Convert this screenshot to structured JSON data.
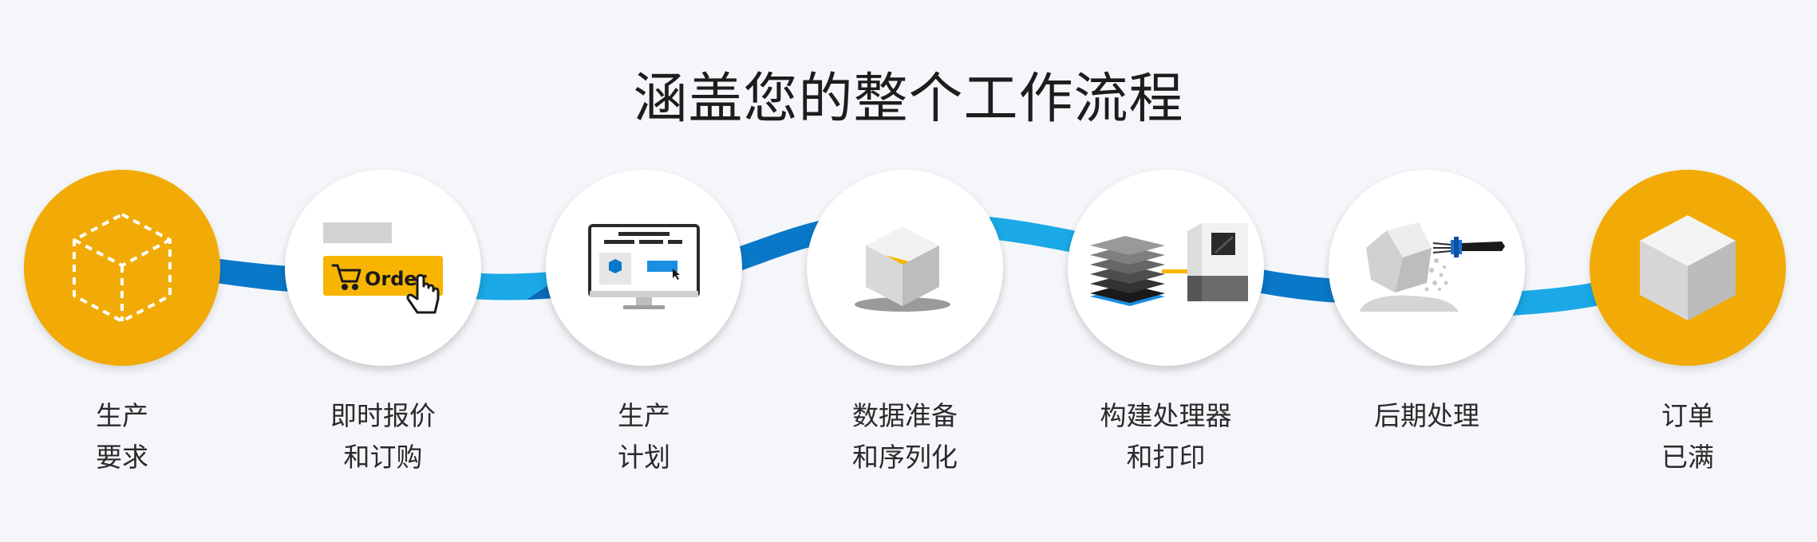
{
  "title": "涵盖您的整个工作流程",
  "colors": {
    "accent": "#f2ab06",
    "ribbon_dark": "#0a78c8",
    "ribbon_light": "#1aa9e6",
    "background": "#f4f6fa"
  },
  "icons": {
    "step1": "dashed-cube-icon",
    "step2": "order-button-icon",
    "step3": "monitor-icon",
    "step4": "cube-icon",
    "step5": "layers-printer-icon",
    "step6": "sandblast-cube-icon",
    "step7": "solid-cube-icon"
  },
  "order_button": {
    "label": "Order"
  },
  "steps": [
    {
      "line1": "生产",
      "line2": "要求"
    },
    {
      "line1": "即时报价",
      "line2": "和订购"
    },
    {
      "line1": "生产",
      "line2": "计划"
    },
    {
      "line1": "数据准备",
      "line2": "和序列化"
    },
    {
      "line1": "构建处理器",
      "line2": "和打印"
    },
    {
      "line1": "后期处理",
      "line2": ""
    },
    {
      "line1": "订单",
      "line2": "已满"
    }
  ]
}
